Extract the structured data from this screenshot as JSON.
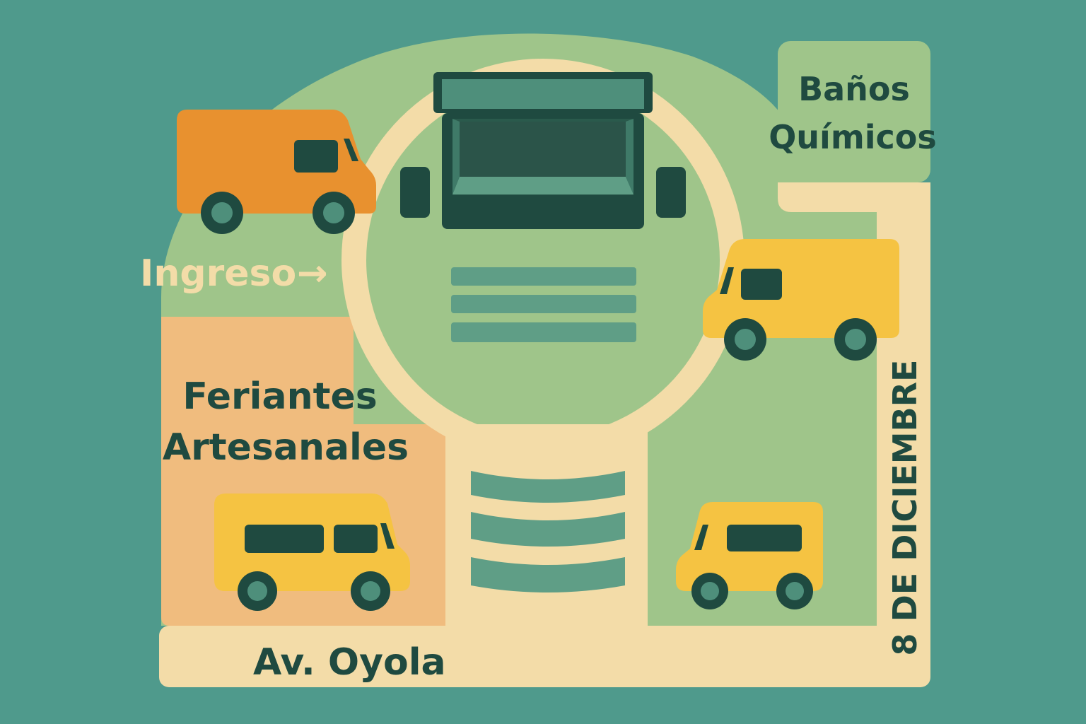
{
  "labels": {
    "banos_line1": "Baños",
    "banos_line2": "Químicos",
    "ingreso": "Ingreso",
    "ingreso_arrow": "→",
    "feriantes_line1": "Feriantes",
    "feriantes_line2": "Artesanales",
    "av_oyola": "Av. Oyola",
    "calle_8_dic": "8 DE DICIEMBRE"
  },
  "icons": [
    "stage-icon",
    "van-icon",
    "arrow-right-icon"
  ],
  "colors": {
    "background": "#4f9a8c",
    "grass": "#9fc58a",
    "path": "#f3dca8",
    "artisan_zone": "#f0bc7e",
    "van_orange": "#e8912f",
    "van_yellow": "#f5c342",
    "dark": "#1f4a40",
    "teal_mid": "#4e8f7b",
    "teal_stripe": "#5f9e86",
    "ingreso_text": "#f3dca8"
  }
}
